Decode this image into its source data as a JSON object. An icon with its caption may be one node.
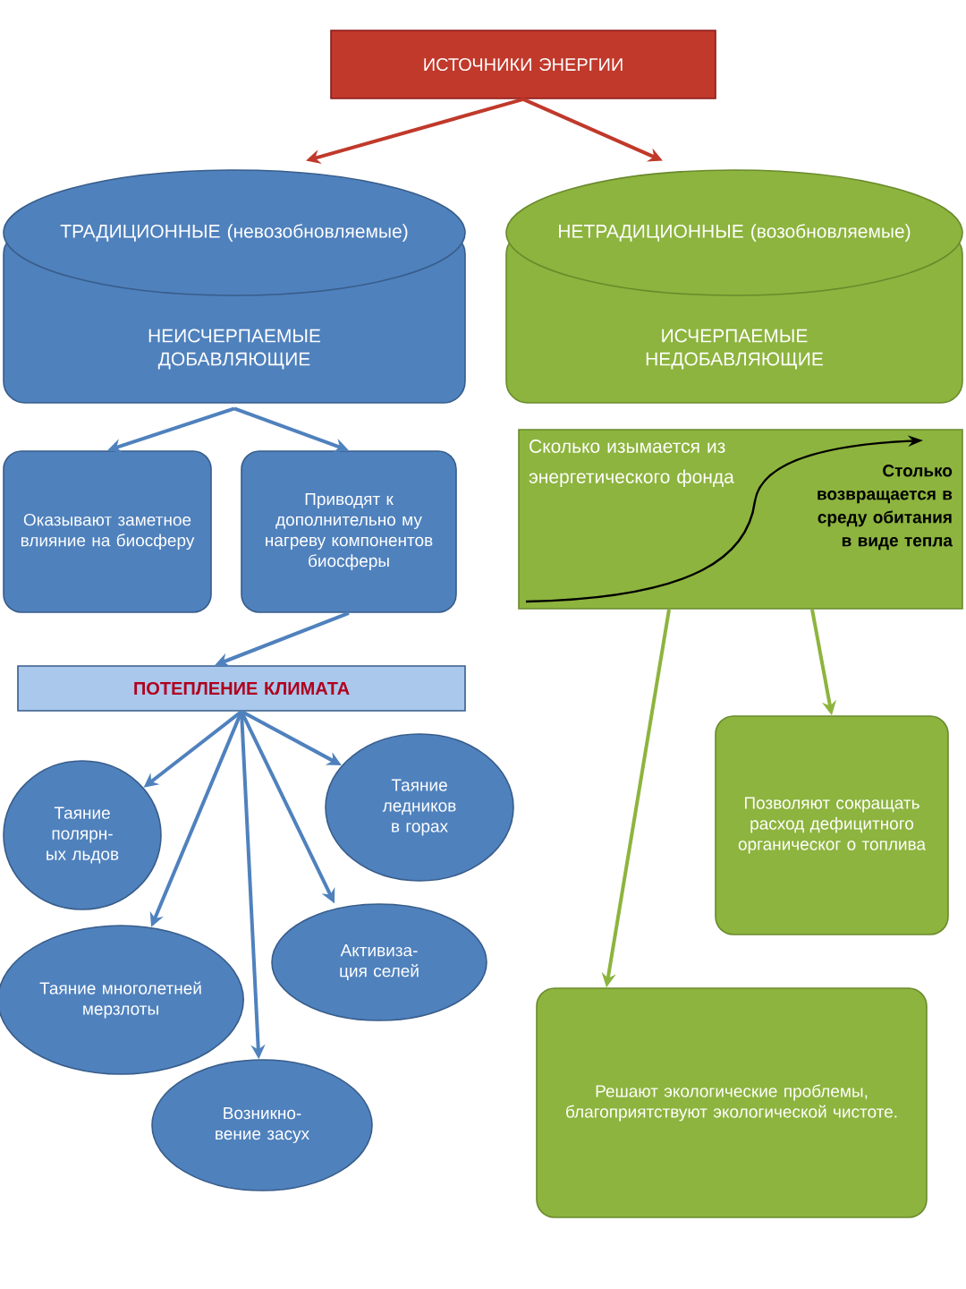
{
  "diagram": {
    "nodes": [
      {
        "text": [
          "ИСТОЧНИКИ ЭНЕРГИИ"
        ]
      },
      {
        "text": [
          "ТРАДИЦИОННЫЕ (невозобновляемые)",
          "НЕИСЧЕРПАЕМЫЕ ДОБАВЛЯЮЩИЕ"
        ]
      },
      {
        "text": [
          "НЕТРАДИЦИОННЫЕ (возобновляемые)",
          "ИСЧЕРПАЕМЫЕ НЕДОБАВЛЯЮЩИЕ"
        ]
      },
      {
        "text": [
          "Оказывают заметное влияние на биосферу"
        ]
      },
      {
        "text": [
          "Приводят к дополнительно му нагреву компонентов биосферы"
        ]
      },
      {
        "text": [
          "Сколько изымается из энергетического фонда",
          "Столько возвращается в среду обитания в виде тепла"
        ]
      },
      {
        "text": [
          "ПОТЕПЛЕНИЕ КЛИМАТА"
        ]
      },
      {
        "text": [
          "Таяние полярн- ых льдов"
        ]
      },
      {
        "text": [
          "Таяние ледников в горах"
        ]
      },
      {
        "text": [
          "Таяние многолетней мерзлоты"
        ]
      },
      {
        "text": [
          "Активиза- ция селей"
        ]
      },
      {
        "text": [
          "Возникно- вение засух"
        ]
      },
      {
        "text": [
          "Позволяют сокращать расход дефицитного органическог о топлива"
        ]
      },
      {
        "text": [
          "Решают экологические проблемы, благоприятствуют экологической чистоте."
        ]
      }
    ],
    "edges": [
      {
        "from": 0,
        "to": 1,
        "arrow": "to",
        "color": "#c0392b"
      },
      {
        "from": 0,
        "to": 2,
        "arrow": "to",
        "color": "#c0392b"
      },
      {
        "from": 1,
        "to": 3,
        "arrow": "to"
      },
      {
        "from": 1,
        "to": 4,
        "arrow": "to"
      },
      {
        "from": 4,
        "to": 6,
        "arrow": "to"
      },
      {
        "from": 6,
        "to": 7,
        "arrow": "to"
      },
      {
        "from": 6,
        "to": 8,
        "arrow": "to"
      },
      {
        "from": 6,
        "to": 9,
        "arrow": "to"
      },
      {
        "from": 6,
        "to": 10,
        "arrow": "to"
      },
      {
        "from": 6,
        "to": 11,
        "arrow": "to"
      },
      {
        "from": 5,
        "to": 12,
        "arrow": "to",
        "color": "#8db43e"
      },
      {
        "from": 5,
        "to": 13,
        "arrow": "to",
        "color": "#8db43e"
      }
    ]
  }
}
